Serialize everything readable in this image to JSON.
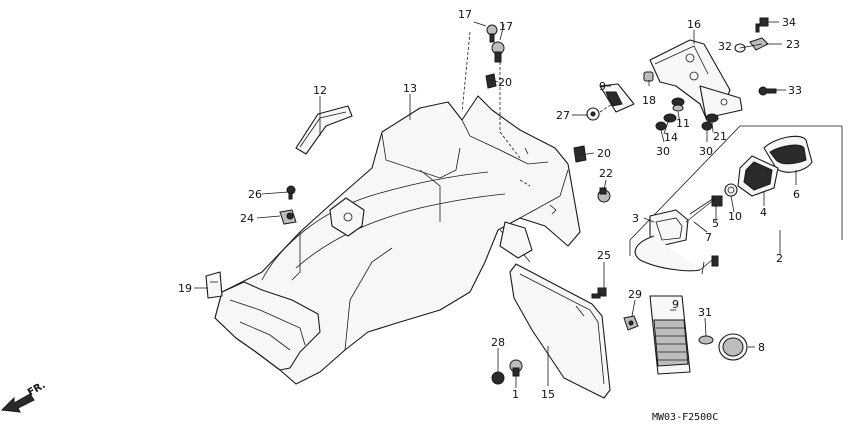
{
  "diagram": {
    "drawing_code": "MW03-F2500C",
    "direction_label": "FR.",
    "callouts": [
      {
        "id": "c17a",
        "label": "17"
      },
      {
        "id": "c17b",
        "label": "17"
      },
      {
        "id": "c20a",
        "label": "20"
      },
      {
        "id": "c16",
        "label": "16"
      },
      {
        "id": "c34",
        "label": "34"
      },
      {
        "id": "c32",
        "label": "32"
      },
      {
        "id": "c23",
        "label": "23"
      },
      {
        "id": "c12",
        "label": "12"
      },
      {
        "id": "c13",
        "label": "13"
      },
      {
        "id": "c9a",
        "label": "9"
      },
      {
        "id": "c18",
        "label": "18"
      },
      {
        "id": "c33",
        "label": "33"
      },
      {
        "id": "c27",
        "label": "27"
      },
      {
        "id": "c11",
        "label": "11"
      },
      {
        "id": "c14",
        "label": "14"
      },
      {
        "id": "c21",
        "label": "21"
      },
      {
        "id": "c30a",
        "label": "30"
      },
      {
        "id": "c30b",
        "label": "30"
      },
      {
        "id": "c20b",
        "label": "20"
      },
      {
        "id": "c26",
        "label": "26"
      },
      {
        "id": "c22",
        "label": "22"
      },
      {
        "id": "c6",
        "label": "6"
      },
      {
        "id": "c24",
        "label": "24"
      },
      {
        "id": "c3",
        "label": "3"
      },
      {
        "id": "c10",
        "label": "10"
      },
      {
        "id": "c4",
        "label": "4"
      },
      {
        "id": "c5",
        "label": "5"
      },
      {
        "id": "c7",
        "label": "7"
      },
      {
        "id": "c2",
        "label": "2"
      },
      {
        "id": "c25",
        "label": "25"
      },
      {
        "id": "c19",
        "label": "19"
      },
      {
        "id": "c29",
        "label": "29"
      },
      {
        "id": "c9b",
        "label": "9"
      },
      {
        "id": "c31",
        "label": "31"
      },
      {
        "id": "c8",
        "label": "8"
      },
      {
        "id": "c28",
        "label": "28"
      },
      {
        "id": "c1",
        "label": "1"
      },
      {
        "id": "c15",
        "label": "15"
      }
    ]
  }
}
